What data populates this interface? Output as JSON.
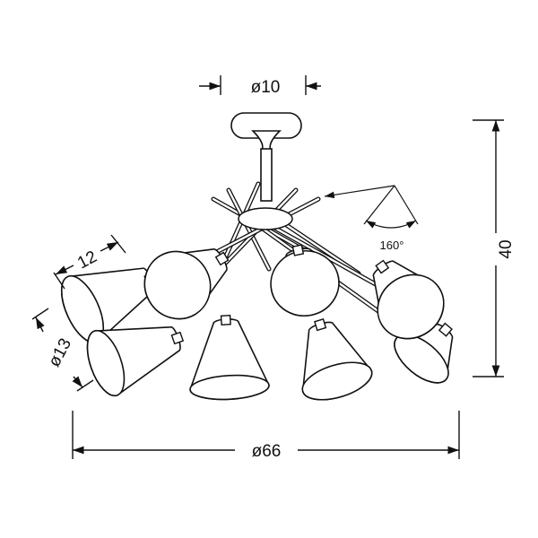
{
  "dimensions": {
    "canopy_diameter": "ø10",
    "height": "40",
    "rotation_angle": "160°",
    "shade_length": "12",
    "shade_diameter": "ø13",
    "total_diameter": "ø66"
  },
  "colors": {
    "line": "#111111",
    "background": "#ffffff"
  }
}
